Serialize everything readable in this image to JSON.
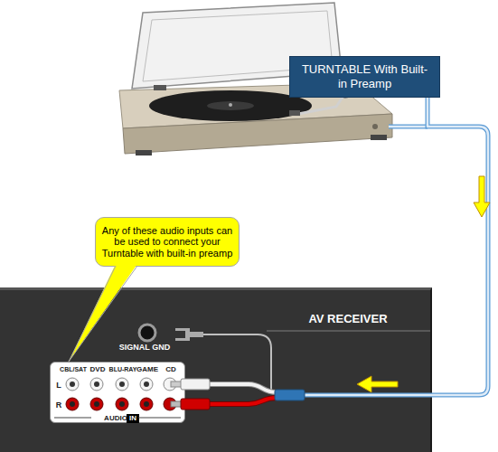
{
  "diagram": {
    "nodes": [
      {
        "text": [
          "TURNTABLE With Built-in Preamp"
        ]
      },
      {
        "text": [
          "Any of these audio inputs can be used to connect your Turntable with built-in preamp"
        ]
      },
      {
        "text": [
          "AV RECEIVER"
        ]
      },
      {
        "text": [
          "CBL/SAT",
          "DVD",
          "BLU-RAY",
          "GAME",
          "CD",
          "L",
          "R",
          "AUDIO",
          "IN"
        ],
        "in": 2
      }
    ],
    "edges": [
      {
        "from": 0,
        "to": 2,
        "arrow": "to"
      }
    ],
    "labels": [
      "SIGNAL GND"
    ]
  }
}
